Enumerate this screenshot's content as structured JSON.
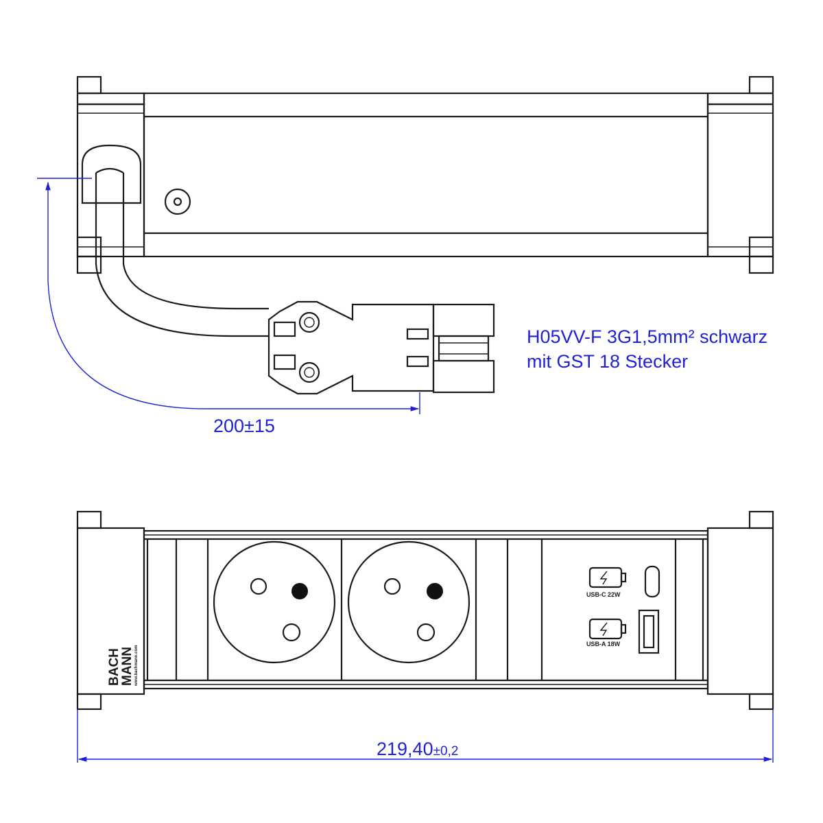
{
  "callout": {
    "line1": "H05VV-F 3G1,5mm² schwarz",
    "line2": "mit GST 18 Stecker"
  },
  "dimensions": {
    "cable_length": "200±15",
    "width_value": "219,40",
    "width_tolerance": "±0,2"
  },
  "front_view": {
    "brand_line1": "BACH",
    "brand_line2": "MANN",
    "brand_url": "www.bachmann.com",
    "usb_c_label": "USB-C 22W",
    "usb_a_label": "USB-A 18W"
  },
  "colors": {
    "outline": "#1a1a1a",
    "dimension": "#1f1fd6"
  }
}
